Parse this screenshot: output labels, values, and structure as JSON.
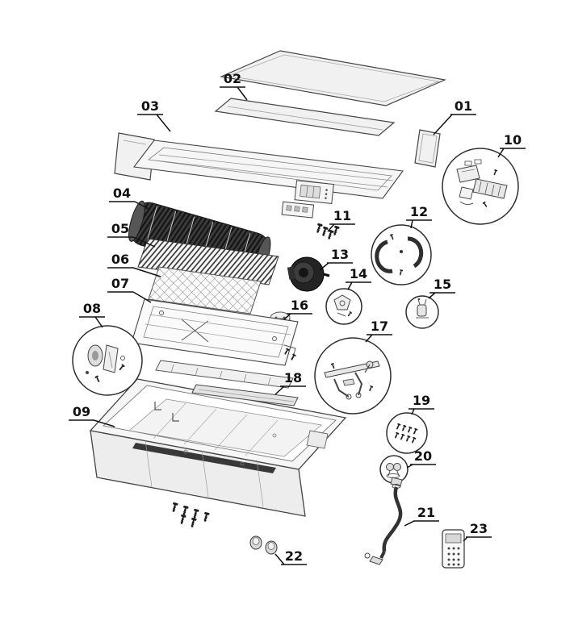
{
  "diagram": {
    "type": "exploded-parts-diagram",
    "subject": "air-conditioner-indoor-unit",
    "background_color": "#ffffff",
    "label_color": "#111111",
    "line_color": "#3f3f3f",
    "dark_part_color": "#2e2e2e",
    "light_fill_color": "#f1f1f1"
  },
  "parts": [
    {
      "label": "01",
      "name": "top-cover-panel"
    },
    {
      "label": "02",
      "name": "top-grille-strip"
    },
    {
      "label": "03",
      "name": "front-frame"
    },
    {
      "label": "04",
      "name": "cross-flow-fan"
    },
    {
      "label": "05",
      "name": "evaporator-coil"
    },
    {
      "label": "06",
      "name": "air-filter"
    },
    {
      "label": "07",
      "name": "middle-frame"
    },
    {
      "label": "08",
      "name": "motor-mount-detail"
    },
    {
      "label": "09",
      "name": "base-housing"
    },
    {
      "label": "10",
      "name": "control-box-detail"
    },
    {
      "label": "11",
      "name": "screw-set"
    },
    {
      "label": "12",
      "name": "pipe-clamp-detail"
    },
    {
      "label": "13",
      "name": "fan-motor"
    },
    {
      "label": "14",
      "name": "motor-bracket-detail"
    },
    {
      "label": "15",
      "name": "capacitor-detail"
    },
    {
      "label": "16",
      "name": "fan-bearing"
    },
    {
      "label": "17",
      "name": "louver-mechanism-detail"
    },
    {
      "label": "18",
      "name": "louver-blade"
    },
    {
      "label": "19",
      "name": "screw-pack-detail"
    },
    {
      "label": "20",
      "name": "grommet-detail"
    },
    {
      "label": "21",
      "name": "drain-hose"
    },
    {
      "label": "22",
      "name": "bushings"
    },
    {
      "label": "23",
      "name": "remote-control"
    }
  ]
}
